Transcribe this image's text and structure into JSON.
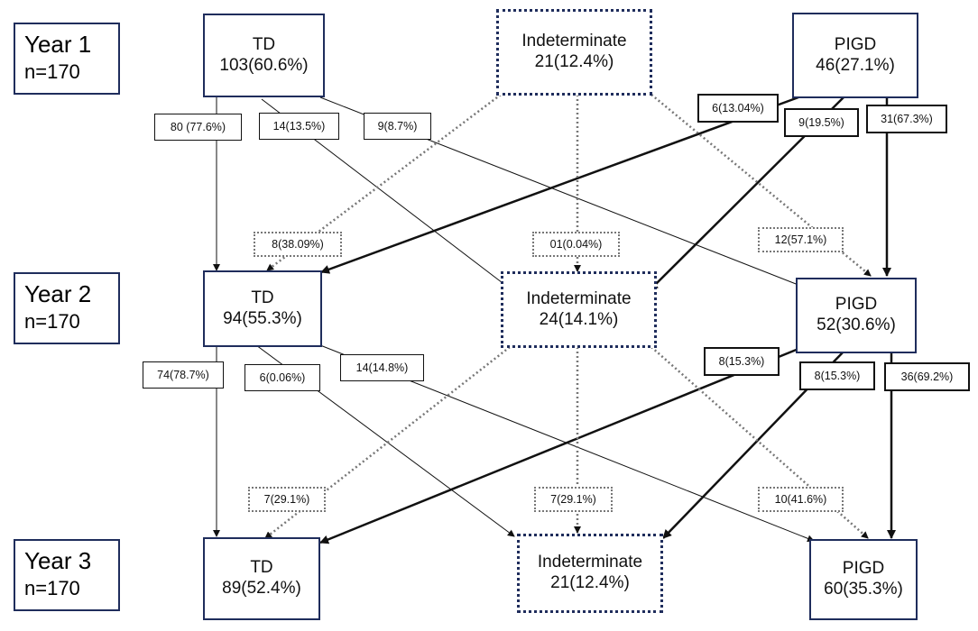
{
  "years": [
    {
      "label": "Year 1",
      "n": "n=170"
    },
    {
      "label": "Year 2",
      "n": "n=170"
    },
    {
      "label": "Year 3",
      "n": "n=170"
    }
  ],
  "nodes": {
    "y1_td": {
      "name": "TD",
      "value": "103(60.6%)"
    },
    "y1_ind": {
      "name": "Indeterminate",
      "value": "21(12.4%)"
    },
    "y1_pigd": {
      "name": "PIGD",
      "value": "46(27.1%)"
    },
    "y2_td": {
      "name": "TD",
      "value": "94(55.3%)"
    },
    "y2_ind": {
      "name": "Indeterminate",
      "value": "24(14.1%)"
    },
    "y2_pigd": {
      "name": "PIGD",
      "value": "52(30.6%)"
    },
    "y3_td": {
      "name": "TD",
      "value": "89(52.4%)"
    },
    "y3_ind": {
      "name": "Indeterminate",
      "value": "21(12.4%)"
    },
    "y3_pigd": {
      "name": "PIGD",
      "value": "60(35.3%)"
    }
  },
  "transitions": [
    {
      "id": "y1_td_to_td",
      "label": "80 (77.6%)"
    },
    {
      "id": "y1_td_to_ind",
      "label": "14(13.5%)"
    },
    {
      "id": "y1_td_to_pigd",
      "label": "9(8.7%)"
    },
    {
      "id": "y1_pigd_to_td",
      "label": "6(13.04%)"
    },
    {
      "id": "y1_pigd_to_ind",
      "label": "9(19.5%)"
    },
    {
      "id": "y1_pigd_to_pigd",
      "label": "31(67.3%)"
    },
    {
      "id": "y1_ind_to_td",
      "label": "8(38.09%)"
    },
    {
      "id": "y1_ind_to_ind",
      "label": "01(0.04%)"
    },
    {
      "id": "y1_ind_to_pigd",
      "label": "12(57.1%)"
    },
    {
      "id": "y2_td_to_td",
      "label": "74(78.7%)"
    },
    {
      "id": "y2_td_to_ind",
      "label": "6(0.06%)"
    },
    {
      "id": "y2_td_to_pigd",
      "label": "14(14.8%)"
    },
    {
      "id": "y2_pigd_to_td",
      "label": "8(15.3%)"
    },
    {
      "id": "y2_pigd_to_ind",
      "label": "8(15.3%)"
    },
    {
      "id": "y2_pigd_to_pigd",
      "label": "36(69.2%)"
    },
    {
      "id": "y2_ind_to_td",
      "label": "7(29.1%)"
    },
    {
      "id": "y2_ind_to_ind",
      "label": "7(29.1%)"
    },
    {
      "id": "y2_ind_to_pigd",
      "label": "10(41.6%)"
    }
  ]
}
